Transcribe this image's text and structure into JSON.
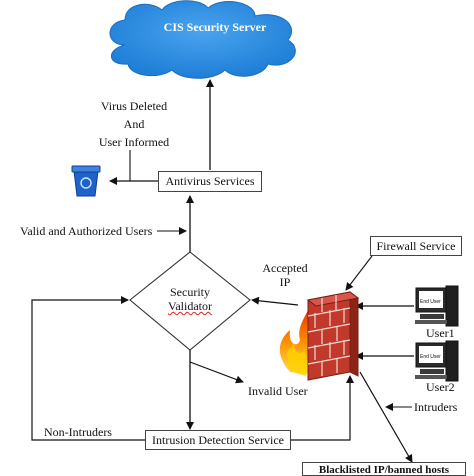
{
  "nodes": {
    "cloud": "CIS Security Server",
    "virus_note": [
      "Virus Deleted",
      "And",
      "User Informed"
    ],
    "antivirus": "Antivirus Services",
    "valid_users": "Valid and Authorized Users",
    "firewall_service": "Firewall Service",
    "accepted_ip": [
      "Accepted",
      "IP"
    ],
    "validator": [
      "Security",
      "Validator"
    ],
    "user1_screen": "End User",
    "user1": "User1",
    "user2_screen": "End User",
    "user2": "User2",
    "invalid_user": "Invalid User",
    "intruders": "Intruders",
    "non_intruders": "Non-Intruders",
    "ids": "Intrusion Detection Service",
    "blacklist": "Blacklisted IP/banned hosts"
  },
  "colors": {
    "cloud": "#1e7fd6",
    "firewall_brick": "#c0392b",
    "flame_outer": "#ff3b00",
    "flame_inner": "#ffd000",
    "recycle_bin": "#1f62c9"
  },
  "icons": {
    "recycle_bin": "recycle-bin-icon",
    "firewall": "firewall-icon",
    "computer": "computer-icon"
  }
}
